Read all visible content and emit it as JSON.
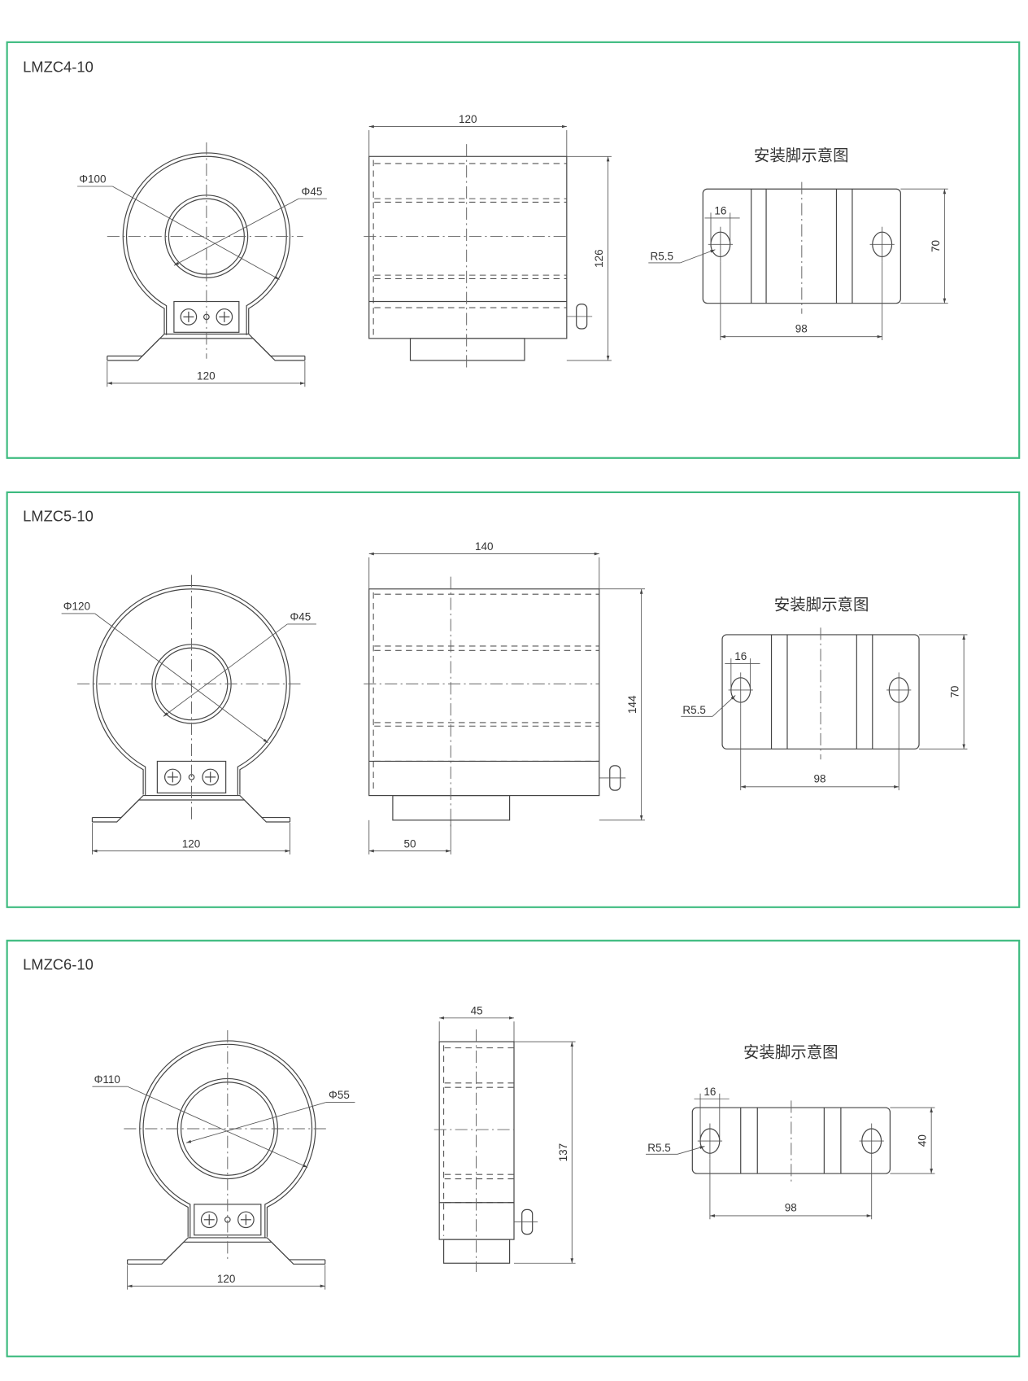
{
  "colors": {
    "frame": "#3dbb7f",
    "line": "#444444"
  },
  "panels": [
    {
      "model": "LMZC4-10",
      "front": {
        "outer_dia": "Φ100",
        "inner_dia": "Φ45",
        "base_width": "120"
      },
      "side": {
        "width": "120",
        "height": "126"
      },
      "foot": {
        "title": "安装脚示意图",
        "slot_offset": "16",
        "radius": "R5.5",
        "height": "70",
        "slot_spacing": "98"
      }
    },
    {
      "model": "LMZC5-10",
      "front": {
        "outer_dia": "Φ120",
        "inner_dia": "Φ45",
        "base_width": "120"
      },
      "side": {
        "width": "140",
        "height": "144",
        "foot_width": "50"
      },
      "foot": {
        "title": "安装脚示意图",
        "slot_offset": "16",
        "radius": "R5.5",
        "height": "70",
        "slot_spacing": "98"
      }
    },
    {
      "model": "LMZC6-10",
      "front": {
        "outer_dia": "Φ110",
        "inner_dia": "Φ55",
        "base_width": "120"
      },
      "side": {
        "width": "45",
        "height": "137"
      },
      "foot": {
        "title": "安装脚示意图",
        "slot_offset": "16",
        "radius": "R5.5",
        "height": "40",
        "slot_spacing": "98"
      }
    }
  ]
}
